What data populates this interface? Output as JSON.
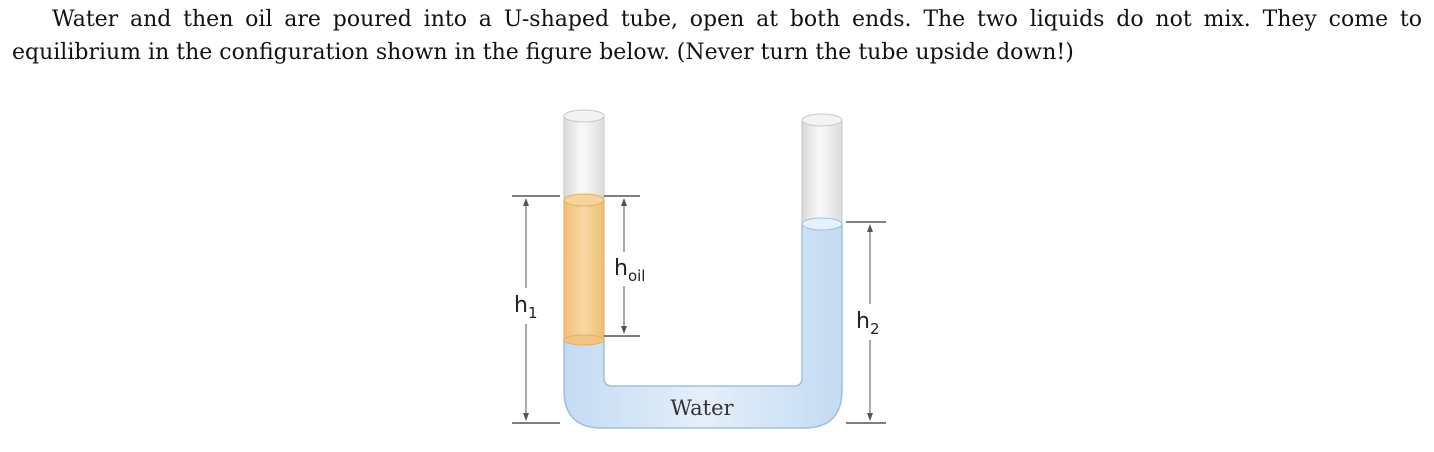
{
  "problem": {
    "text": "Water and then oil are poured into a U-shaped tube, open at both ends. The two liquids do not mix. They come to equilibrium in the configuration shown in the figure below. (Never turn the tube upside down!)"
  },
  "figure": {
    "labels": {
      "h1_base": "h",
      "h1_sub": "1",
      "h2_base": "h",
      "h2_sub": "2",
      "hoil_base": "h",
      "hoil_sub": "oil",
      "water": "Water"
    },
    "colors": {
      "oil": "#f4c98a",
      "water": "#cfe2f6",
      "tube_empty": "#ececec",
      "tube_outline": "#9fbfe0"
    }
  }
}
